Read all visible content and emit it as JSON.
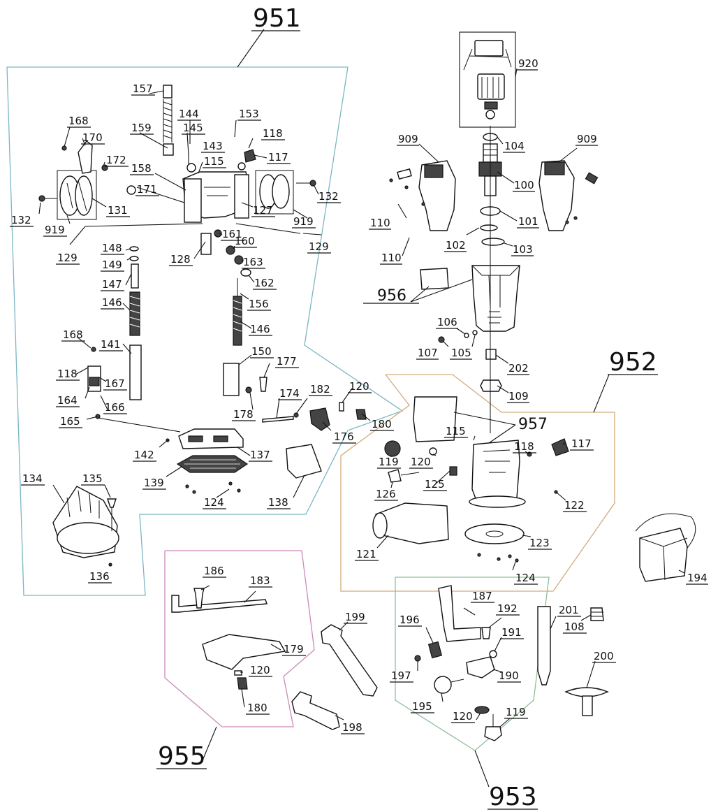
{
  "colors": {
    "group_951": "#7ab6c4",
    "group_952": "#d4aa7a",
    "group_953": "#8fbf9c",
    "group_955": "#c98ab8",
    "ink": "#111111"
  },
  "groups": {
    "g951": "951",
    "g952": "952",
    "g953": "953",
    "g955": "955",
    "g956": "956",
    "g957": "957"
  },
  "labels": {
    "l920": "920",
    "l104": "104",
    "l909a": "909",
    "l909b": "909",
    "l100": "100",
    "l110a": "110",
    "l101": "101",
    "l102": "102",
    "l103": "103",
    "l110b": "110",
    "l106": "106",
    "l107": "107",
    "l105": "105",
    "l202": "202",
    "l109": "109",
    "l157": "157",
    "l144": "144",
    "l153": "153",
    "l145": "145",
    "l118a": "118",
    "l168a": "168",
    "l170": "170",
    "l159": "159",
    "l143": "143",
    "l117a": "117",
    "l172": "172",
    "l115a": "115",
    "l158": "158",
    "l132a": "132",
    "l132b": "132",
    "l171": "171",
    "l127": "127",
    "l131": "131",
    "l919a": "919",
    "l919b": "919",
    "l161": "161",
    "l129a": "129",
    "l129b": "129",
    "l148": "148",
    "l160": "160",
    "l149": "149",
    "l128": "128",
    "l163": "163",
    "l147": "147",
    "l162": "162",
    "l156": "156",
    "l146a": "146",
    "l146b": "146",
    "l168b": "168",
    "l141": "141",
    "l150": "150",
    "l177": "177",
    "l118b": "118",
    "l167": "167",
    "l174": "174",
    "l182": "182",
    "l164": "164",
    "l166": "166",
    "l178": "178",
    "l120a": "120",
    "l165": "165",
    "l180a": "180",
    "l176": "176",
    "l142": "142",
    "l137": "137",
    "l139": "139",
    "l124a": "124",
    "l138": "138",
    "l134": "134",
    "l135": "135",
    "l136": "136",
    "l115b": "115",
    "l118c": "118",
    "l117b": "117",
    "l119a": "119",
    "l120b": "120",
    "l125": "125",
    "l126": "126",
    "l122": "122",
    "l123": "123",
    "l121": "121",
    "l124b": "124",
    "l194": "194",
    "l186": "186",
    "l183": "183",
    "l199": "199",
    "l179": "179",
    "l120c": "120",
    "l180b": "180",
    "l198": "198",
    "l187": "187",
    "l196": "196",
    "l192": "192",
    "l191": "191",
    "l201": "201",
    "l108": "108",
    "l197": "197",
    "l190": "190",
    "l200": "200",
    "l195": "195",
    "l120d": "120",
    "l119b": "119"
  }
}
